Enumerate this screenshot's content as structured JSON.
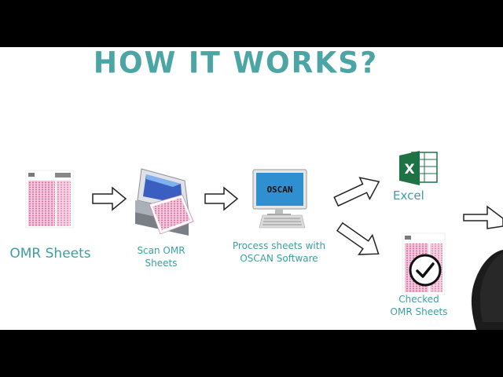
{
  "title": "HOW IT WORKS?",
  "steps": {
    "omr_sheets": "OMR Sheets",
    "scan_line1": "Scan OMR",
    "scan_line2": "Sheets",
    "process_line1": "Process sheets with",
    "process_line2": "OSCAN Software",
    "excel": "Excel",
    "checked_line1": "Checked",
    "checked_line2": "OMR Sheets"
  },
  "monitor_text": "OSCAN",
  "excel_logo_letter": "X",
  "colors": {
    "accent": "#4aa5a4",
    "sheet_pink": "#e9a8c8",
    "excel_green": "#1f7244",
    "monitor_blue": "#2f8fd0"
  }
}
